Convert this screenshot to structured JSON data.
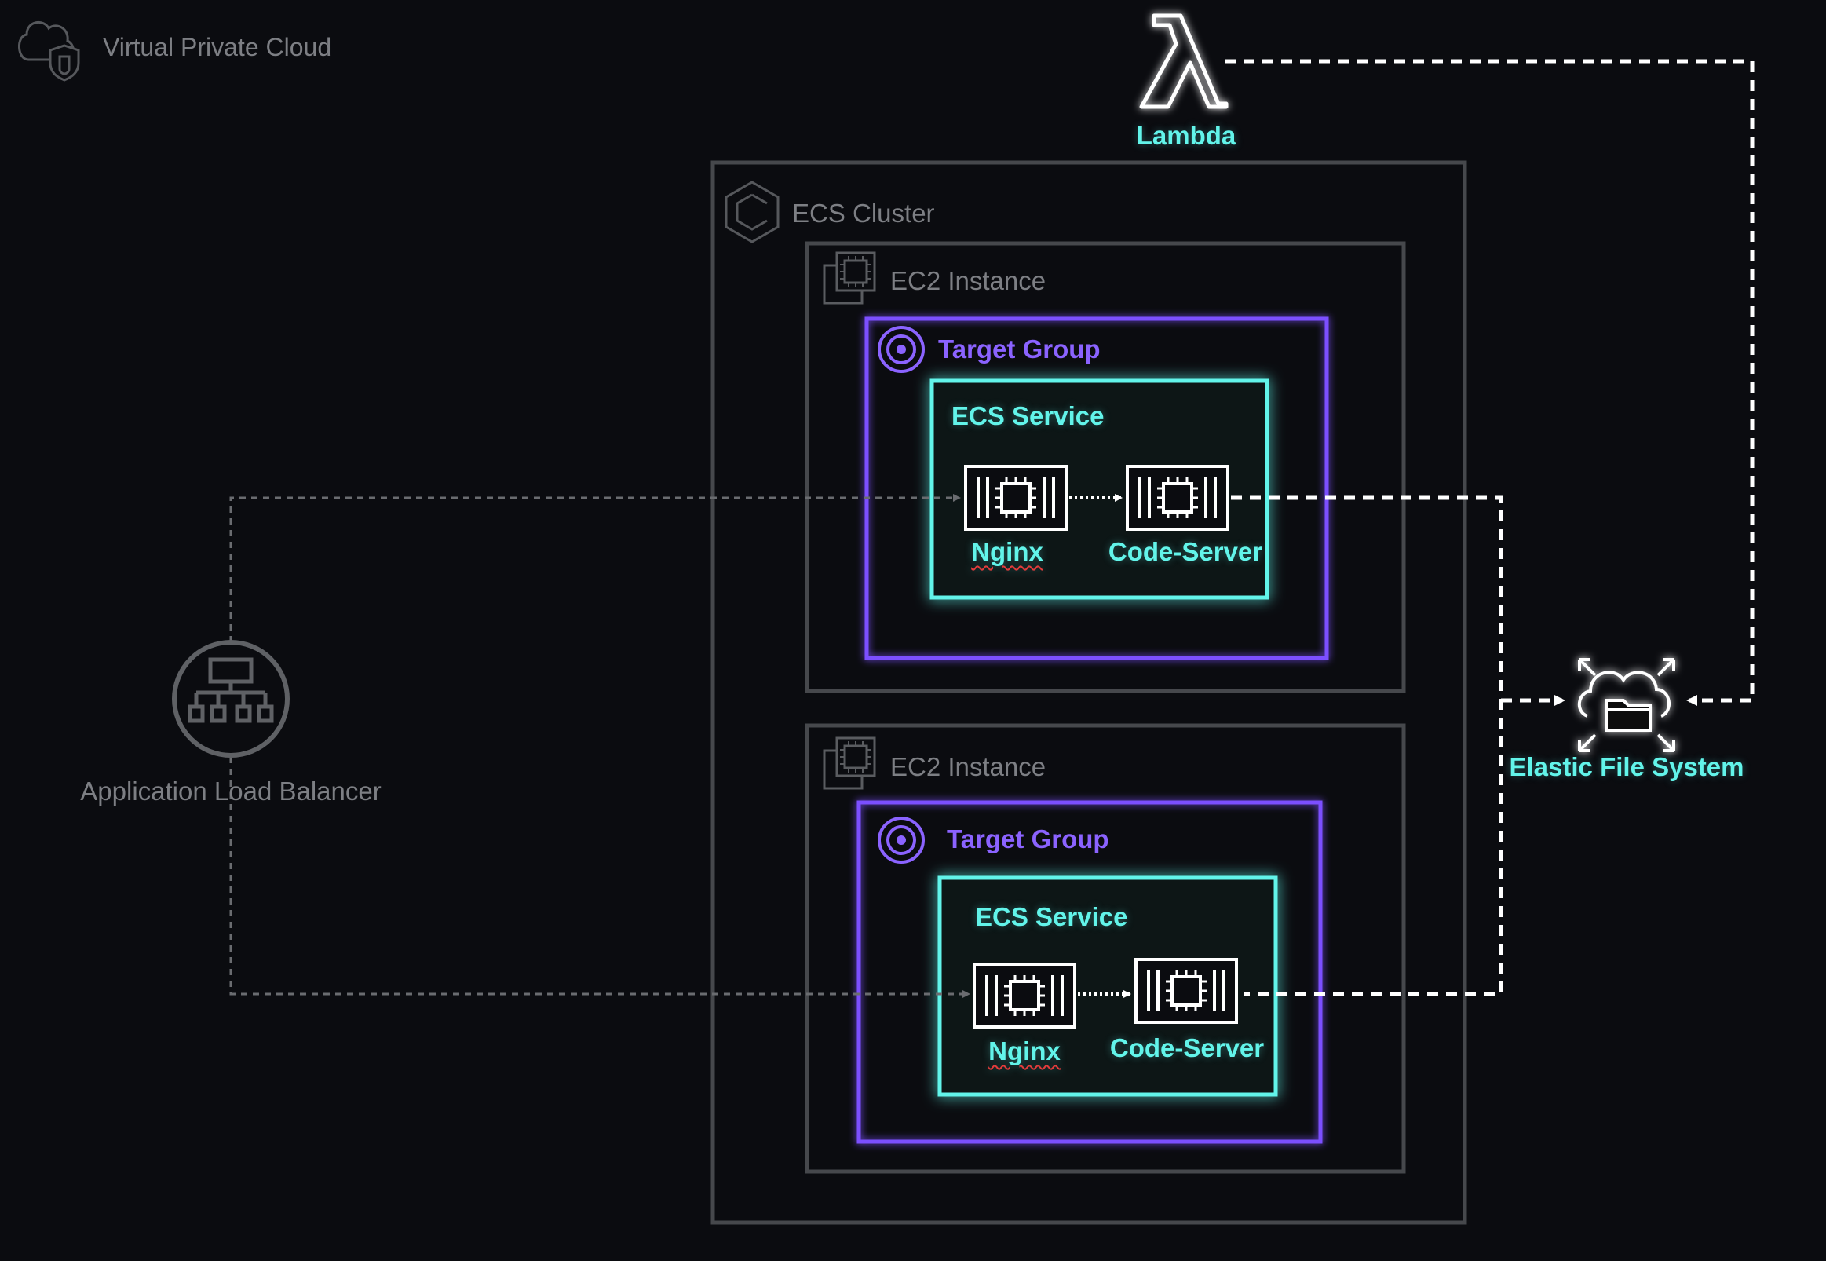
{
  "title": "Virtual Private Cloud",
  "lambda": {
    "label": "Lambda"
  },
  "cluster": {
    "label": "ECS Cluster"
  },
  "instances": [
    {
      "label": "EC2 Instance",
      "target_group": "Target Group",
      "service": "ECS Service",
      "containers": [
        "Nginx",
        "Code-Server"
      ]
    },
    {
      "label": "EC2 Instance",
      "target_group": "Target Group",
      "service": "ECS Service",
      "containers": [
        "Nginx",
        "Code-Server"
      ]
    }
  ],
  "alb": {
    "label": "Application Load Balancer"
  },
  "efs": {
    "label": "Elastic File System"
  },
  "colors": {
    "background": "#0b0c10",
    "grey_border": "#46484c",
    "grey_text": "#7d7f84",
    "purple": "#7b4fff",
    "cyan": "#62f4ea",
    "white": "#ffffff"
  }
}
